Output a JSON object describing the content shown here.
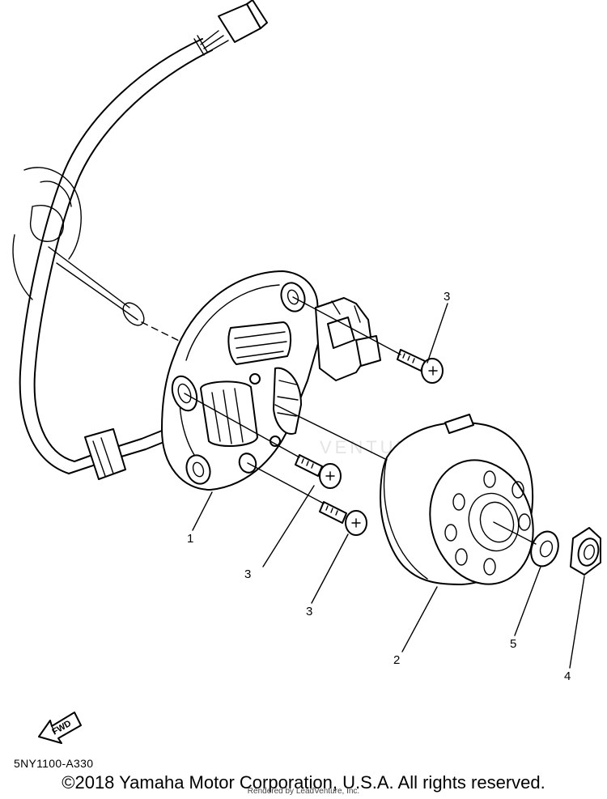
{
  "callouts": {
    "c1": "1",
    "c2": "2",
    "c3a": "3",
    "c3b": "3",
    "c3c": "3",
    "c4": "4",
    "c5": "5"
  },
  "fwd_label": "FWD",
  "watermark": "VENTURE",
  "diagram_code": "5NY1100-A330",
  "copyright": "©2018 Yamaha Motor Corporation, U.S.A. All rights reserved.",
  "rendered_by": "Rendered by LeadVenture, Inc."
}
